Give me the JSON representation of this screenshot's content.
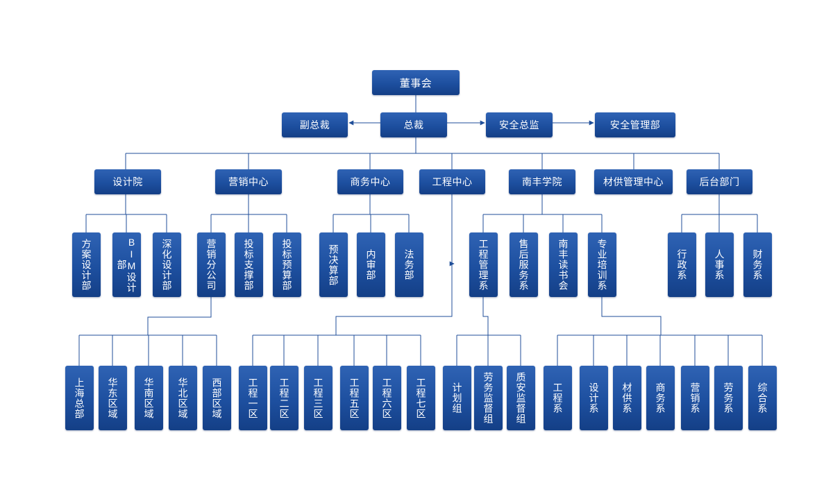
{
  "nodes": {
    "board": "董事会",
    "president": "总裁",
    "vice_president": "副总裁",
    "safety_director": "安全总监",
    "safety_dept": "安全管理部",
    "departments": {
      "design_institute": "设计院",
      "marketing_center": "营销中心",
      "business_center": "商务中心",
      "engineering_center": "工程中心",
      "nanfeng_academy": "南丰学院",
      "materials_center": "材供管理中心",
      "back_office": "后台部门"
    },
    "design_units": [
      "方案设计部",
      "BIM设计部",
      "深化设计部"
    ],
    "marketing_units": [
      "营销分公司",
      "投标支撑部",
      "投标预算部"
    ],
    "business_units": [
      "预决算部",
      "内审部",
      "法务部"
    ],
    "academy_units": [
      "工程管理系",
      "售后服务系",
      "南丰读书会",
      "专业培训系"
    ],
    "back_office_units": [
      "行政系",
      "人事系",
      "财务系"
    ],
    "regions": [
      "上海总部",
      "华东区域",
      "华南区域",
      "华北区域",
      "西部区域"
    ],
    "engineering_zones": [
      "工程一区",
      "工程二区",
      "工程三区",
      "工程五区",
      "工程六区",
      "工程七区"
    ],
    "engineering_groups": [
      "计划组",
      "劳务监督组",
      "质安监督组"
    ],
    "training_depts": [
      "工程系",
      "设计系",
      "材供系",
      "商务系",
      "营销系",
      "劳务系",
      "综合系"
    ]
  },
  "colors": {
    "node_fill": "#1d4f9f",
    "node_text": "#ffffff",
    "connector": "#1f4e99"
  }
}
